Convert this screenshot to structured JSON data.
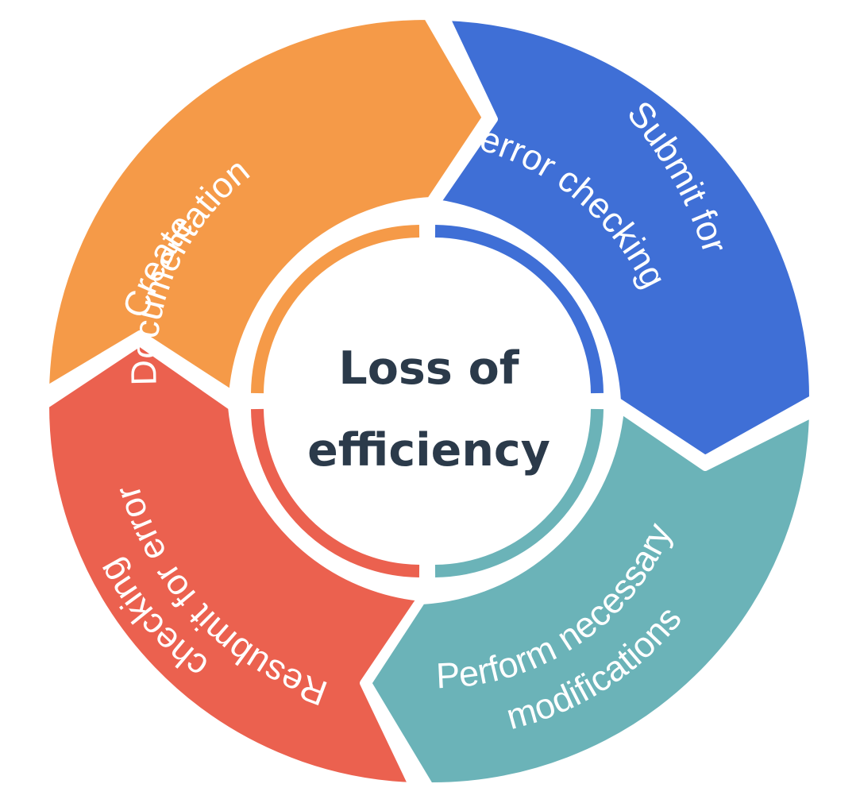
{
  "center": {
    "line1": "Loss of",
    "line2": "efficiency"
  },
  "segments": [
    {
      "id": "create-documentation",
      "lines": [
        "Create",
        "Documentation"
      ],
      "color": "#f59a48"
    },
    {
      "id": "submit-error-checking",
      "lines": [
        "Submit for",
        "error checking"
      ],
      "color": "#3f6fd6"
    },
    {
      "id": "perform-modifications",
      "lines": [
        "Perform necessary",
        "modifications"
      ],
      "color": "#6bb3b8"
    },
    {
      "id": "resubmit-error-checking",
      "lines": [
        "Resubmit for error",
        "checking"
      ],
      "color": "#eb614f"
    }
  ]
}
